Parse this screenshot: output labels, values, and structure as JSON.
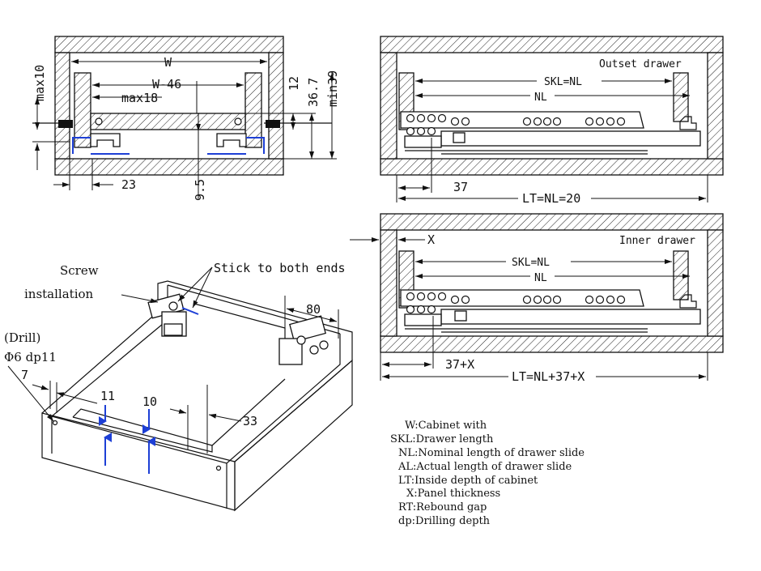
{
  "cross_section": {
    "w_label": "W",
    "w46_label": "W-46",
    "max18_label": "max18",
    "max10_label": "max10",
    "d12_label": "12",
    "d367_label": "36.7",
    "min39_label": "min39",
    "d23_label": "23",
    "d95_label": "9.5"
  },
  "outset_drawer": {
    "title": "Outset drawer",
    "skl_label": "SKL=NL",
    "nl_label": "NL",
    "d37_label": "37",
    "lt_label": "LT=NL=20"
  },
  "inner_drawer": {
    "title": "Inner drawer",
    "x_label": "X",
    "skl_label": "SKL=NL",
    "nl_label": "NL",
    "d37x_label": "37+X",
    "lt_label": "LT=NL+37+X"
  },
  "iso_view": {
    "screw_label": "Screw",
    "installation_label": "installation",
    "stick_label": "Stick to both ends",
    "d80_label": "80",
    "drill_label": "(Drill)",
    "drill_spec_label": "Φ6 dp11",
    "d7_label": "7",
    "d11_label": "11",
    "d10_label": "10",
    "d33_label": "33"
  },
  "legend": [
    "W:Cabinet with",
    "SKL:Drawer length",
    "NL:Nominal length of drawer slide",
    "AL:Actual length of drawer slide",
    "LT:Inside depth of cabinet",
    "X:Panel thickness",
    "RT:Rebound gap",
    "dp:Drilling depth"
  ],
  "colors": {
    "line": "#111111",
    "accent": "#1d3fd6",
    "background": "#ffffff"
  }
}
